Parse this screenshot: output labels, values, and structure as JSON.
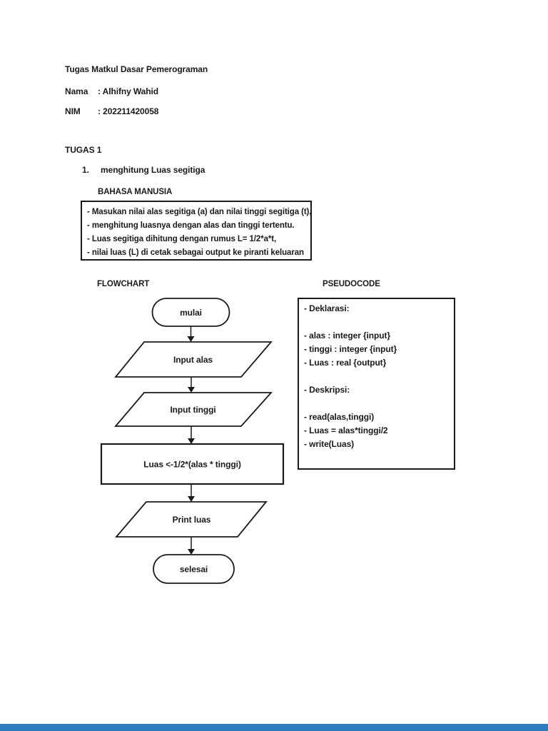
{
  "page": {
    "header": {
      "title": "Tugas Matkul Dasar Pemerograman",
      "nama_label": "Nama",
      "nama_value": ": Alhifny Wahid",
      "nim_label": "NIM",
      "nim_value": ": 202211420058"
    },
    "tugas_heading": "TUGAS 1",
    "item_number": "1.",
    "item_title": "menghitung Luas segitiga",
    "bahasa_manusia": {
      "heading": "BAHASA MANUSIA",
      "lines": [
        "- Masukan nilai alas segitiga (a) dan nilai tinggi segitiga (t),",
        "- menghitung luasnya dengan alas dan tinggi tertentu.",
        "- Luas segitiga dihitung dengan rumus L= 1/2*a*t,",
        "- nilai luas (L) di cetak sebagai output ke piranti keluaran"
      ]
    },
    "flowchart": {
      "heading": "FLOWCHART",
      "nodes": {
        "start": "mulai",
        "input_alas": "Input alas",
        "input_tinggi": "Input tinggi",
        "process": "Luas <-1/2*(alas * tinggi)",
        "output": "Print luas",
        "end": "selesai"
      }
    },
    "pseudocode": {
      "heading": "PSEUDOCODE",
      "lines": [
        "- Deklarasi:",
        "",
        "- alas : integer {input}",
        "- tinggi : integer {input}",
        "- Luas : real {output}",
        "",
        "- Deskripsi:",
        "",
        "- read(alas,tinggi)",
        "- Luas = alas*tinggi/2",
        "-  write(Luas)"
      ]
    }
  },
  "colors": {
    "text": "#1a1a1a",
    "border": "#1a1a1a",
    "page_background": "#ffffff",
    "footer_bar": "#2e7dc0"
  }
}
